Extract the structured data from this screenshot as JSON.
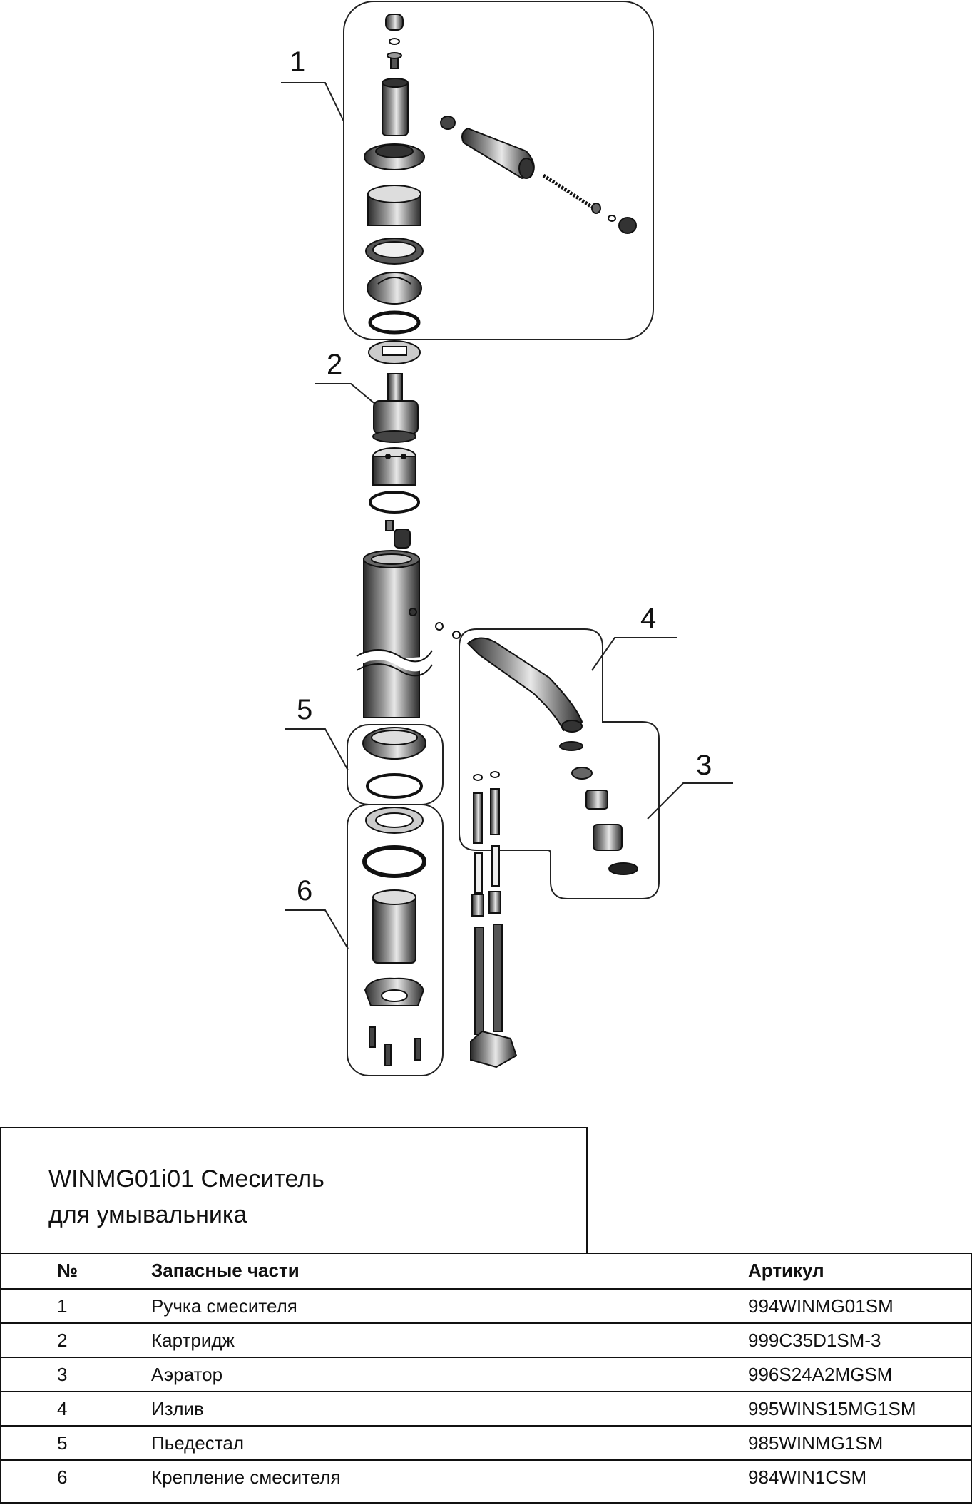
{
  "callouts": [
    "1",
    "2",
    "3",
    "4",
    "5",
    "6"
  ],
  "title": "WINMG01i01 Смеситель\nдля умывальника",
  "table": {
    "headers": {
      "number": "№",
      "part": "Запасные части",
      "sku": "Артикул"
    },
    "rows": [
      {
        "number": "1",
        "part": "Ручка смесителя",
        "sku": "994WINMG01SM"
      },
      {
        "number": "2",
        "part": "Картридж",
        "sku": "999C35D1SM-3"
      },
      {
        "number": "3",
        "part": "Аэратор",
        "sku": "996S24A2MGSM"
      },
      {
        "number": "4",
        "part": "Излив",
        "sku": "995WINS15MG1SM"
      },
      {
        "number": "5",
        "part": "Пьедестал",
        "sku": "985WINMG1SM"
      },
      {
        "number": "6",
        "part": "Крепление смесителя",
        "sku": "984WIN1CSM"
      }
    ]
  }
}
